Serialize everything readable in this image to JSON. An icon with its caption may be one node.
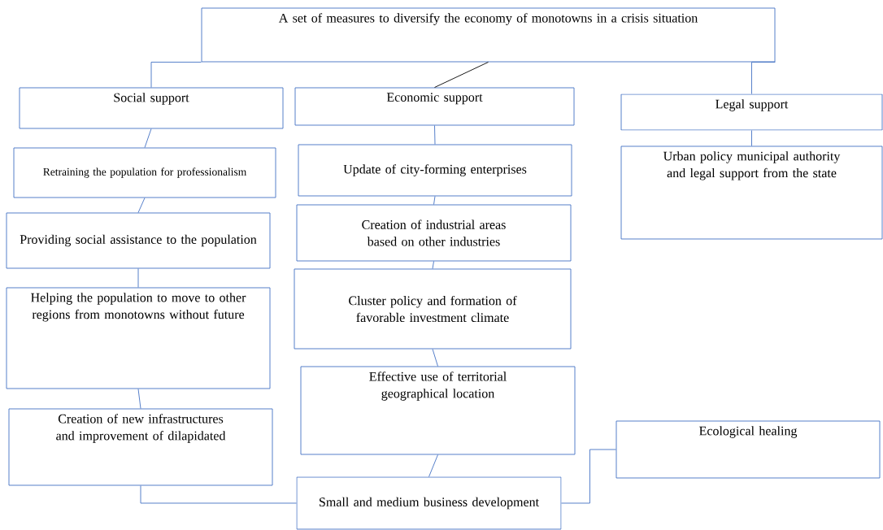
{
  "diagram": {
    "nodes": [
      {
        "text": [
          "A set of measures to diversify the economy of monotowns in a crisis situation"
        ]
      },
      {
        "text": [
          "Social support"
        ]
      },
      {
        "text": [
          "Economic support"
        ]
      },
      {
        "text": [
          "Legal support"
        ]
      },
      {
        "text": [
          "Retraining the population for professionalism"
        ]
      },
      {
        "text": [
          "Update of city-forming enterprises"
        ]
      },
      {
        "text": [
          "Urban policy municipal authority and legal support from the state"
        ]
      },
      {
        "text": [
          "Providing social assistance to the population"
        ]
      },
      {
        "text": [
          "Creation of industrial areas based on other industries"
        ]
      },
      {
        "text": [
          "Helping the population to move to other regions from monotowns without future"
        ]
      },
      {
        "text": [
          "Cluster policy and formation of favorable investment climate"
        ]
      },
      {
        "text": [
          "Effective use of territorial geographical location"
        ]
      },
      {
        "text": [
          "Creation of new infrastructures and improvement of dilapidated"
        ]
      },
      {
        "text": [
          "Ecological healing"
        ]
      },
      {
        "text": [
          "Small and medium business development"
        ]
      }
    ],
    "edges": [
      {
        "from": 0,
        "to": 1,
        "arrow": "none"
      },
      {
        "from": 0,
        "to": 2,
        "arrow": "none",
        "color": "#000000"
      },
      {
        "from": 0,
        "to": 3,
        "arrow": "none"
      },
      {
        "from": 1,
        "to": 4,
        "arrow": "none"
      },
      {
        "from": 4,
        "to": 7,
        "arrow": "none"
      },
      {
        "from": 7,
        "to": 9,
        "arrow": "none"
      },
      {
        "from": 9,
        "to": 12,
        "arrow": "none"
      },
      {
        "from": 12,
        "to": 14,
        "arrow": "none"
      },
      {
        "from": 2,
        "to": 5,
        "arrow": "none"
      },
      {
        "from": 5,
        "to": 8,
        "arrow": "none"
      },
      {
        "from": 8,
        "to": 10,
        "arrow": "none"
      },
      {
        "from": 10,
        "to": 11,
        "arrow": "none"
      },
      {
        "from": 11,
        "to": 14,
        "arrow": "none"
      },
      {
        "from": 14,
        "to": 13,
        "arrow": "none"
      },
      {
        "from": 3,
        "to": 6,
        "arrow": "none"
      }
    ]
  }
}
